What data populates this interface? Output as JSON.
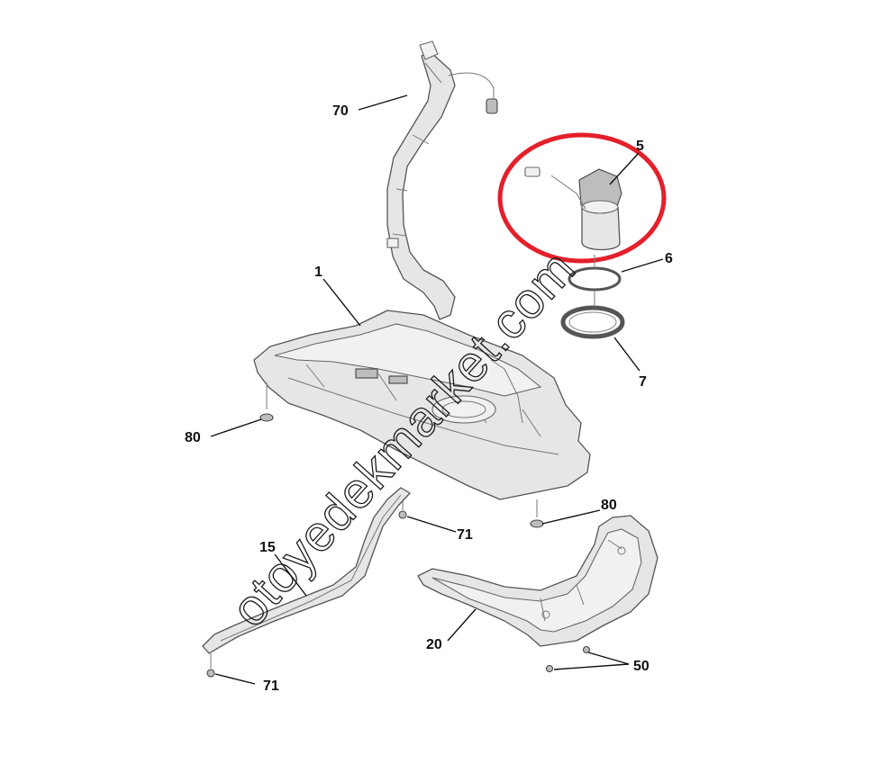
{
  "diagram": {
    "callouts": {
      "c70": "70",
      "c5": "5",
      "c6": "6",
      "c7": "7",
      "c1": "1",
      "c80a": "80",
      "c80b": "80",
      "c71a": "71",
      "c15": "15",
      "c20": "20",
      "c50": "50",
      "c71b": "71"
    },
    "watermark": "otoyedekmarket.com",
    "colors": {
      "highlight": "#e3202b",
      "parts_fill": "#e6e6e6",
      "parts_stroke": "#555555",
      "text": "#111111"
    }
  }
}
